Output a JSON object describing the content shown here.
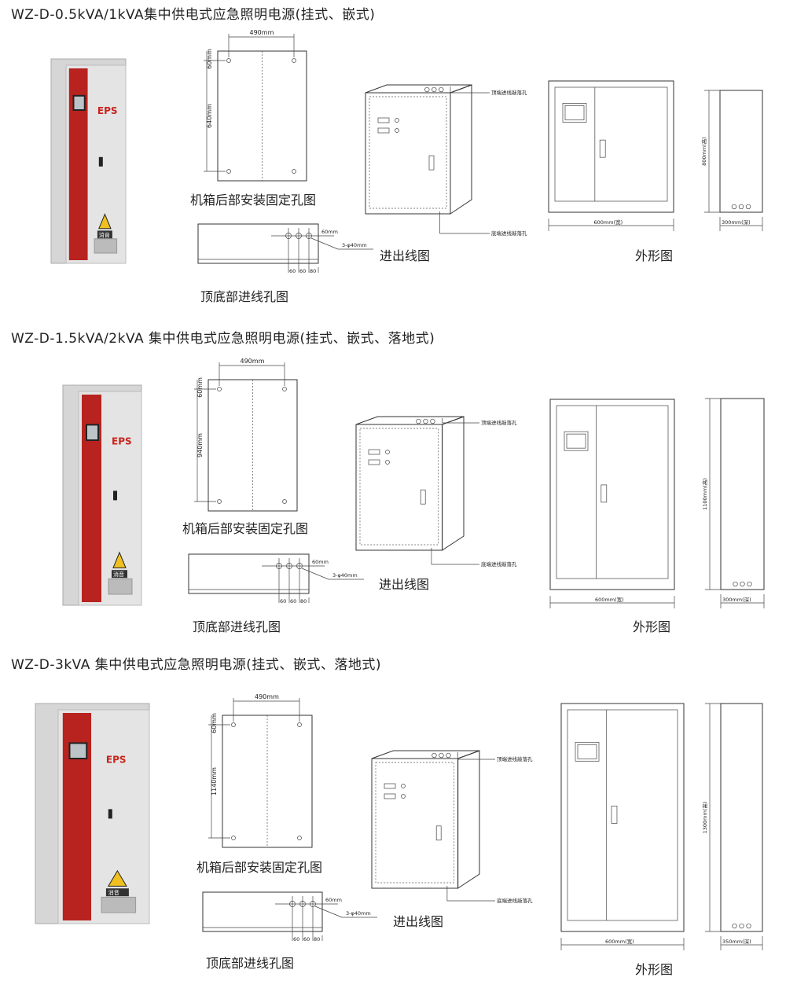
{
  "sections": [
    {
      "title": "WZ-D-0.5kVA/1kVA集中供电式应急照明电源(挂式、嵌式)",
      "product": {
        "eps_label": "EPS",
        "button_label": "消音"
      },
      "back_panel": {
        "width_dim": "490mm",
        "top_dim": "60mm",
        "height_dim": "640mm",
        "caption": "机箱后部安装固定孔图"
      },
      "top_bottom": {
        "edge_dim": "60mm",
        "hole_spec": "3-φ40mm",
        "spacings": [
          "60",
          "60",
          "80"
        ],
        "caption": "顶底部进线孔图"
      },
      "wiring": {
        "top_label": "顶端进线敲落孔",
        "bottom_label": "底端进线敲落孔",
        "caption": "进出线图"
      },
      "outline": {
        "width_dim": "600mm(宽)",
        "height_dim": "800mm(高)",
        "depth_dim": "300mm(深)",
        "caption": "外形图"
      }
    },
    {
      "title": "WZ-D-1.5kVA/2kVA 集中供电式应急照明电源(挂式、嵌式、落地式)",
      "product": {
        "eps_label": "EPS",
        "button_label": "消音"
      },
      "back_panel": {
        "width_dim": "490mm",
        "top_dim": "60mm",
        "height_dim": "940mm",
        "caption": "机箱后部安装固定孔图"
      },
      "top_bottom": {
        "edge_dim": "60mm",
        "hole_spec": "3-φ40mm",
        "spacings": [
          "60",
          "60",
          "80"
        ],
        "caption": "顶底部进线孔图"
      },
      "wiring": {
        "top_label": "顶端进线敲落孔",
        "bottom_label": "底端进线敲落孔",
        "caption": "进出线图"
      },
      "outline": {
        "width_dim": "600mm(宽)",
        "height_dim": "1100mm(高)",
        "depth_dim": "300mm(深)",
        "caption": "外形图"
      }
    },
    {
      "title": "WZ-D-3kVA 集中供电式应急照明电源(挂式、嵌式、落地式)",
      "product": {
        "eps_label": "EPS",
        "button_label": "消音"
      },
      "back_panel": {
        "width_dim": "490mm",
        "top_dim": "60mm",
        "height_dim": "1140mm",
        "caption": "机箱后部安装固定孔图"
      },
      "top_bottom": {
        "edge_dim": "60mm",
        "hole_spec": "3-φ40mm",
        "spacings": [
          "60",
          "60",
          "80"
        ],
        "caption": "顶底部进线孔图"
      },
      "wiring": {
        "top_label": "顶端进线敲落孔",
        "bottom_label": "底端进线敲落孔",
        "caption": "进出线图"
      },
      "outline": {
        "width_dim": "600mm(宽)",
        "height_dim": "1300mm(高)",
        "depth_dim": "350mm(深)",
        "caption": "外形图"
      }
    }
  ],
  "colors": {
    "door_red": "#b8231f",
    "cabinet_gray": "#d9d9d9",
    "line": "#333333"
  }
}
